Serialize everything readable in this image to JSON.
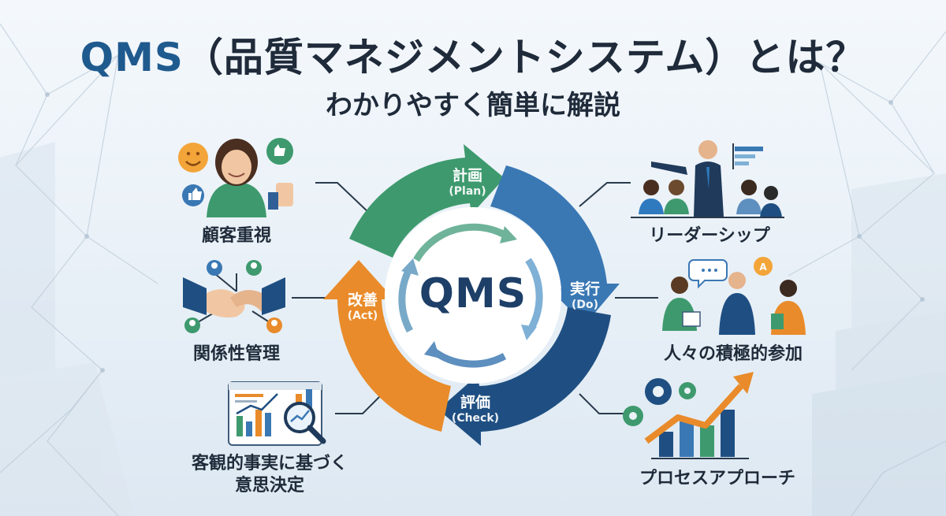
{
  "title": {
    "accent": "QMS",
    "rest": "（品質マネジメントシステム）とは？"
  },
  "subtitle": "わかりやすく簡単に解説",
  "center_label": "QMS",
  "cycle": {
    "plan": {
      "jp": "計画",
      "en": "(Plan)"
    },
    "do": {
      "jp": "実行",
      "en": "(Do)"
    },
    "check": {
      "jp": "評価",
      "en": "(Check)"
    },
    "act": {
      "jp": "改善",
      "en": "(Act)"
    }
  },
  "principles": {
    "customer_focus": "顧客重視",
    "relationship_management": "関係性管理",
    "evidence_line1": "客観的事実に基づく",
    "evidence_line2": "意思決定",
    "leadership": "リーダーシップ",
    "engagement": "人々の積極的参加",
    "process_approach": "プロセスアプローチ"
  },
  "colors": {
    "plan_green": "#3e9a6e",
    "do_blue": "#3a78b4",
    "check_navy": "#1f4f82",
    "act_orange": "#e98b2a",
    "title_accent": "#1f5a8e",
    "text_dark": "#1f2b3a"
  }
}
